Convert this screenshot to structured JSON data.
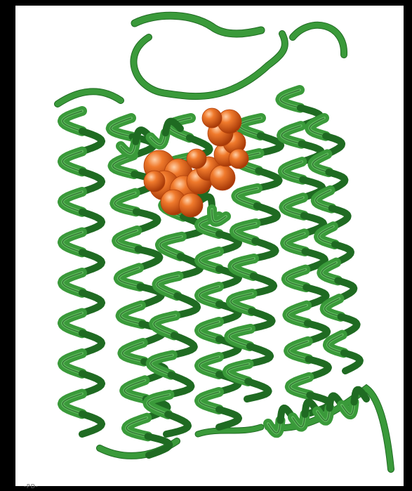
{
  "image": {
    "subject": "protein-ribbon-with-ligand",
    "background": "#ffffff",
    "border_color": "#000000",
    "helix_color": "#3a9a3a",
    "helix_dark": "#1f6b22",
    "helix_light": "#6cc46a",
    "ligand_color": "#e8621a",
    "ligand_dark": "#b2400a",
    "ligand_light": "#f7a36a",
    "helix_count": 7
  },
  "corner_text": "-PD-"
}
